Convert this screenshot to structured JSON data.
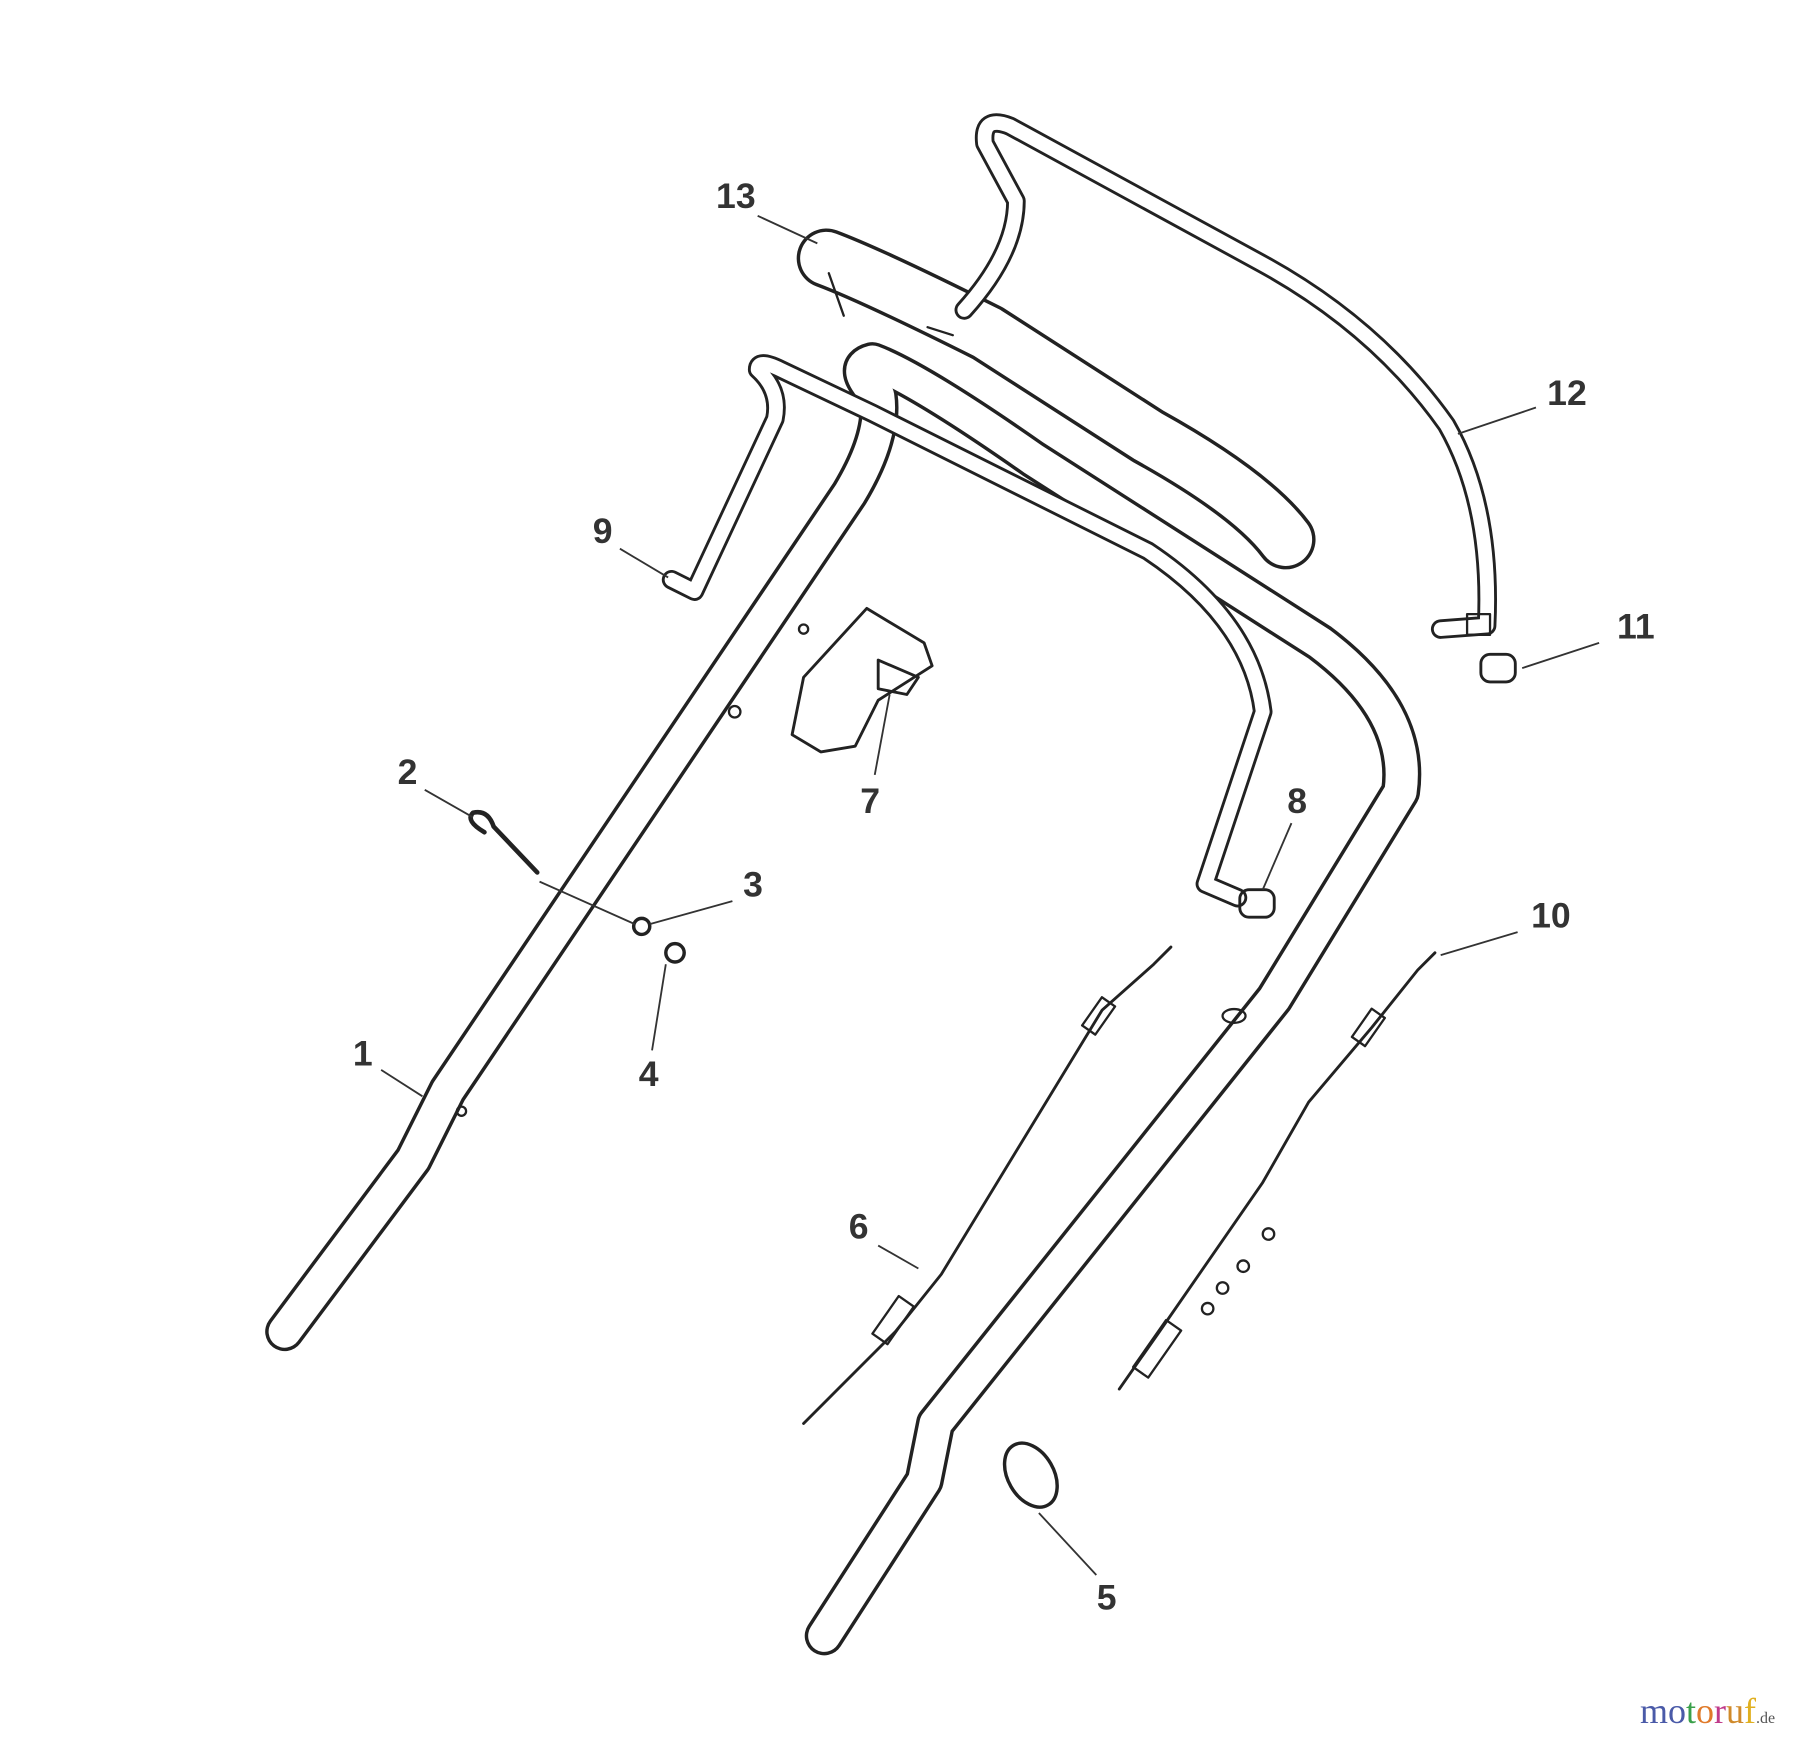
{
  "diagram": {
    "callouts": [
      {
        "id": "1",
        "label": "1"
      },
      {
        "id": "2",
        "label": "2"
      },
      {
        "id": "3",
        "label": "3"
      },
      {
        "id": "4",
        "label": "4"
      },
      {
        "id": "5",
        "label": "5"
      },
      {
        "id": "6",
        "label": "6"
      },
      {
        "id": "7",
        "label": "7"
      },
      {
        "id": "8",
        "label": "8"
      },
      {
        "id": "9",
        "label": "9"
      },
      {
        "id": "10",
        "label": "10"
      },
      {
        "id": "11",
        "label": "11"
      },
      {
        "id": "12",
        "label": "12"
      },
      {
        "id": "13",
        "label": "13"
      }
    ],
    "line_color": "#222222",
    "label_color": "#333333"
  },
  "watermark": {
    "text": "motoruf",
    "suffix": ".de",
    "letter_colors": [
      "#4a5aa8",
      "#4a5aa8",
      "#3aa04a",
      "#e07a2a",
      "#c03a8a",
      "#d08a2a",
      "#e0b020"
    ]
  }
}
